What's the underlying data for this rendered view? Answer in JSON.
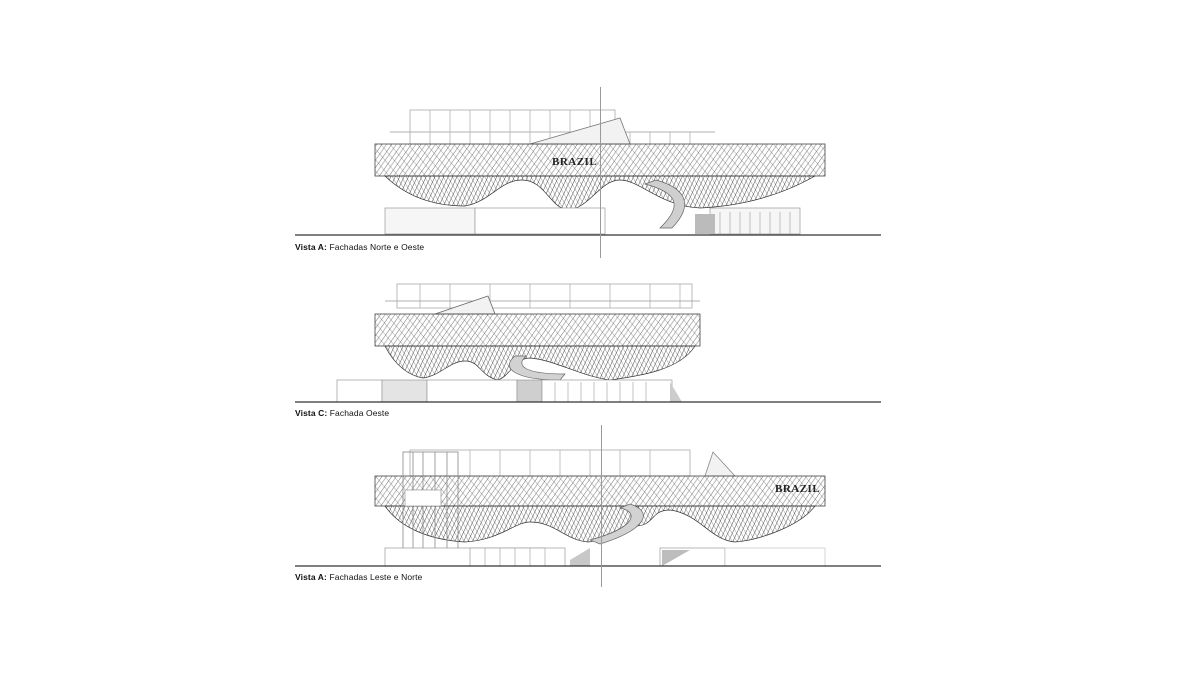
{
  "sheet": {
    "background": "#ffffff",
    "line_color": "#555555",
    "hatch_color": "#2a2a2a"
  },
  "elevations": [
    {
      "id": "vista-a-norte-oeste",
      "caption_label": "Vista A:",
      "caption_text": "Fachadas Norte e Oeste",
      "facade_sign": "BRAZIL",
      "has_axis_line": true
    },
    {
      "id": "vista-c-oeste",
      "caption_label": "Vista C:",
      "caption_text": "Fachada Oeste",
      "facade_sign": "",
      "has_axis_line": false
    },
    {
      "id": "vista-a-leste-norte",
      "caption_label": "Vista A:",
      "caption_text": "Fachadas Leste e Norte",
      "facade_sign": "BRAZIL",
      "has_axis_line": true
    }
  ]
}
